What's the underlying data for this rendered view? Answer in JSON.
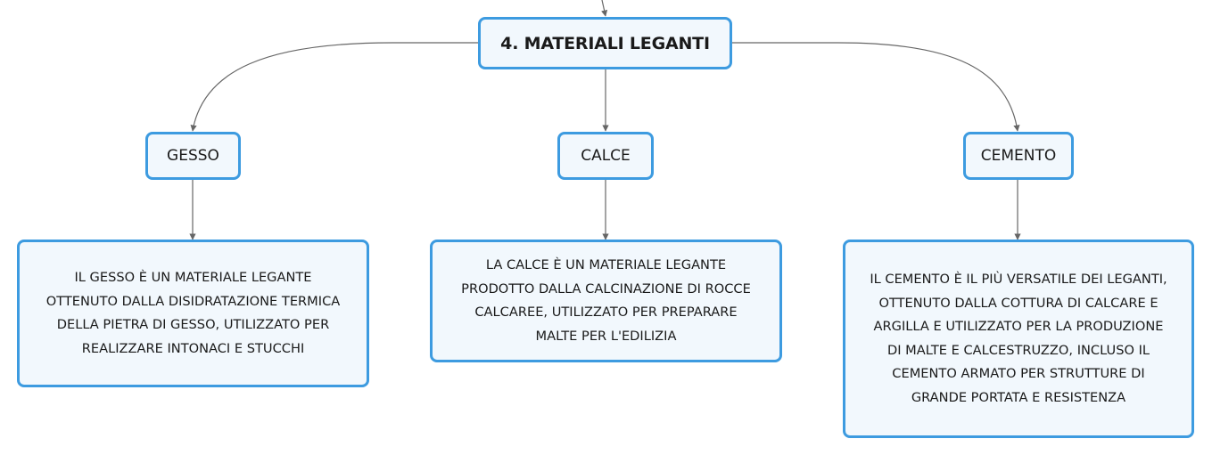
{
  "diagram": {
    "root": {
      "label": "4. MATERIALI LEGANTI"
    },
    "branches": [
      {
        "label": "GESSO",
        "description": "IL GESSO È UN MATERIALE LEGANTE\nOTTENUTO DALLA DISIDRATAZIONE TERMICA\nDELLA PIETRA DI GESSO, UTILIZZATO PER\nREALIZZARE INTONACI E STUCCHI"
      },
      {
        "label": "CALCE",
        "description": "LA CALCE È UN MATERIALE LEGANTE\nPRODOTTO DALLA CALCINAZIONE DI ROCCE\nCALCAREE, UTILIZZATO PER PREPARARE\nMALTE PER L'EDILIZIA"
      },
      {
        "label": "CEMENTO",
        "description": "IL CEMENTO È IL PIÙ VERSATILE DEI LEGANTI,\nOTTENUTO DALLA COTTURA DI CALCARE E\nARGILLA E UTILIZZATO PER LA PRODUZIONE\nDI MALTE E CALCESTRUZZO, INCLUSO IL\nCEMENTO ARMATO PER STRUTTURE DI\nGRANDE PORTATA E RESISTENZA"
      }
    ]
  },
  "colors": {
    "border": "#3d9be0",
    "fill": "#f2f8fd",
    "connector": "#666666"
  }
}
